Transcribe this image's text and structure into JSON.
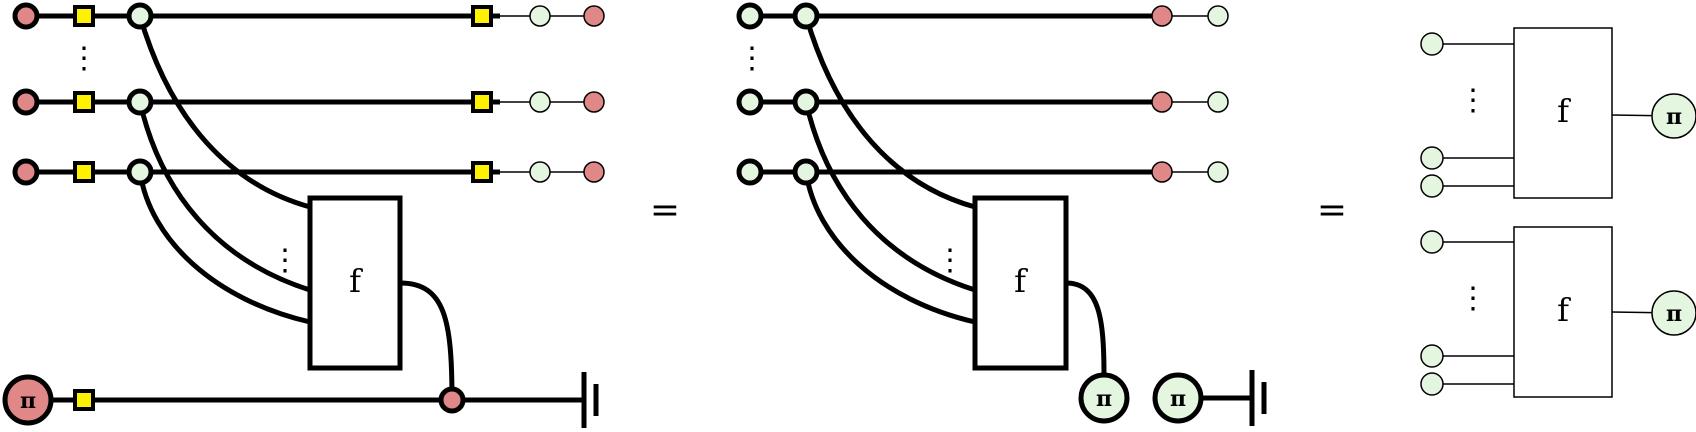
{
  "colors": {
    "red": "#e08888",
    "green": "#e4f5e0",
    "yellow": "#fff200",
    "black": "#000000",
    "white": "#ffffff"
  },
  "labels": {
    "equals_1": "=",
    "equals_2": "=",
    "box_left": "f",
    "box_middle": "f",
    "box_right_top": "f",
    "box_right_bottom": "f",
    "pi_left": "π",
    "pi_middle_out": "π",
    "pi_middle_anc": "π",
    "pi_right_top": "π",
    "pi_right_bottom": "π",
    "vdots": "⋮"
  },
  "icons": {
    "ground": "ground-icon",
    "red_spider": "red-spider-icon",
    "green_spider": "green-spider-icon",
    "hadamard": "hadamard-box-icon"
  }
}
